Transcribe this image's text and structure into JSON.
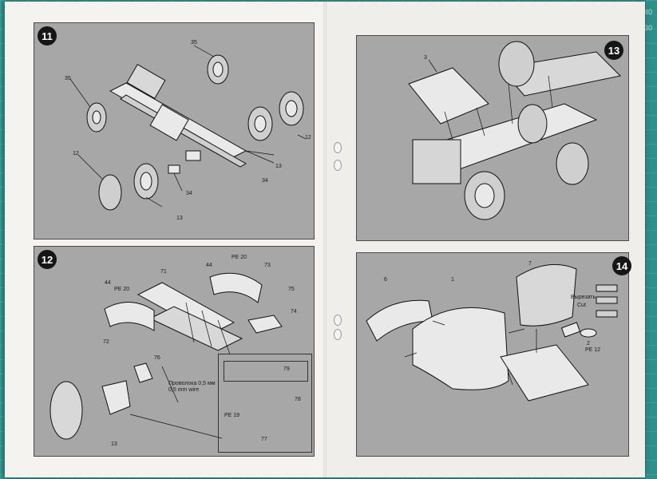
{
  "steps": {
    "s11": {
      "number": "11",
      "parts": {
        "wheel_left_top": "35",
        "wheel_right_top": "35",
        "wheel_front_a": "13",
        "wheel_front_b": "12",
        "axle_part": "34",
        "wheel_lower_a": "12",
        "wheel_lower_b": "13",
        "hub_part": "34"
      }
    },
    "s12": {
      "number": "12",
      "parts": {
        "p71": "71",
        "p44a": "44",
        "pe20a": "PE 20",
        "p73": "73",
        "p44b": "44",
        "pe20b": "PE 20",
        "p75": "75",
        "p74": "74",
        "p72": "72",
        "p76": "76",
        "p13": "13",
        "p79": "79",
        "p78": "78",
        "pe19": "PE 19",
        "p77": "77"
      },
      "wire_note_ru": "Проволока 0,5 мм",
      "wire_note_en": "0,5 mm wire"
    },
    "s13": {
      "number": "13",
      "parts": {
        "p3": "3"
      }
    },
    "s14": {
      "number": "14",
      "parts": {
        "p6": "6",
        "p1": "1",
        "p7": "7",
        "p2": "2",
        "pe12": "PE 12"
      },
      "cut_note_ru": "Вырезать",
      "cut_note_en": "Cut"
    }
  },
  "mat": {
    "ruler_top": "140",
    "ruler_mid": "130"
  }
}
